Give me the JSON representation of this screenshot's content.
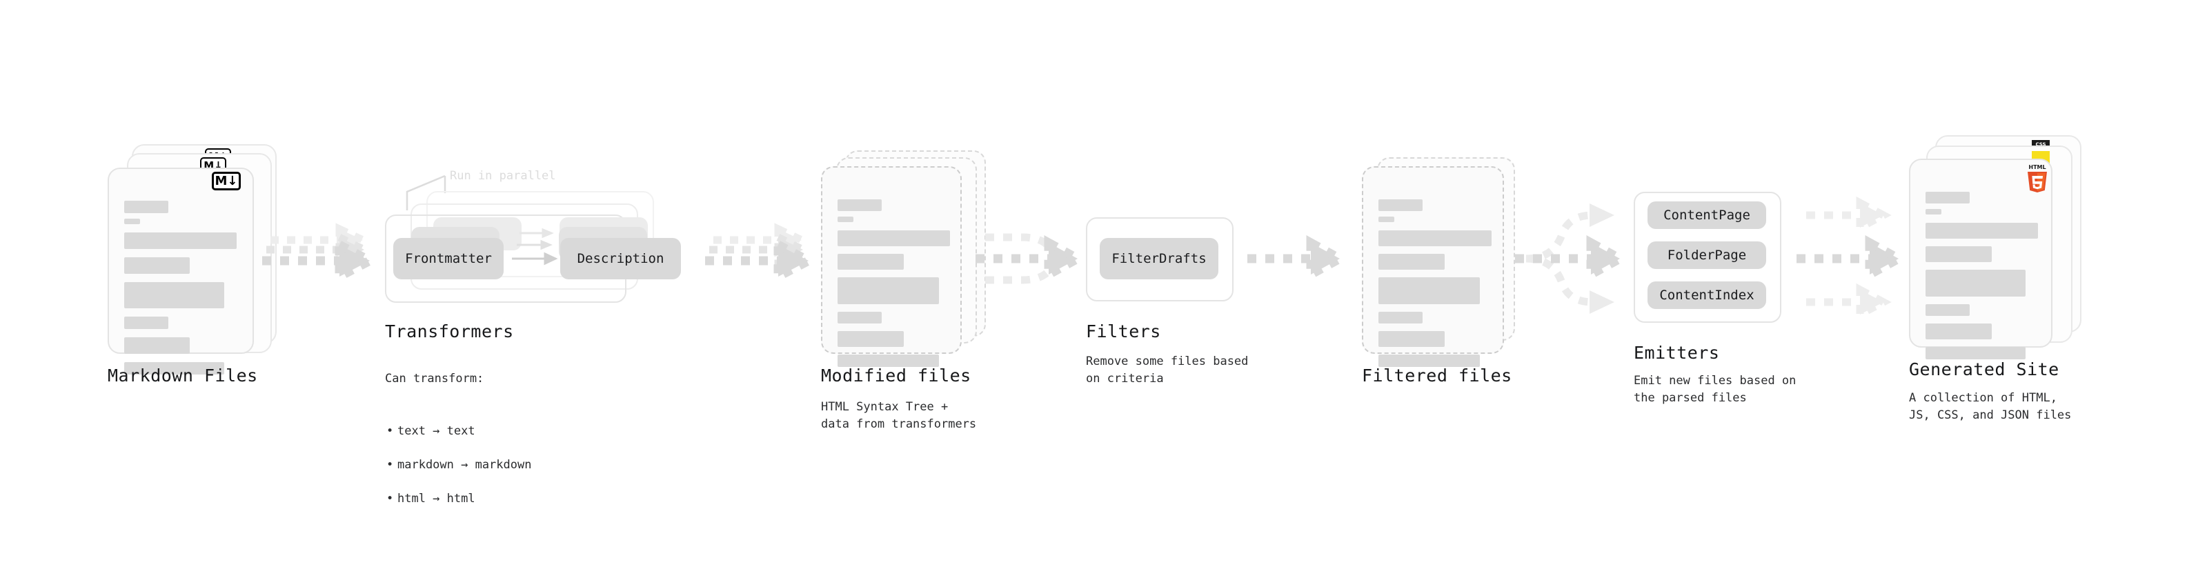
{
  "diagram": {
    "title_hidden": "",
    "stages": [
      {
        "id": "markdown-files",
        "title": "Markdown Files",
        "caption": "",
        "badge": "M↓",
        "badge_name": "markdown-logo-icon"
      },
      {
        "id": "transformers",
        "title": "Transformers",
        "caption_head": "Can transform:",
        "caption_items": [
          "text → text",
          "markdown → markdown",
          "html → html"
        ],
        "annotation": "Run in parallel",
        "nodes": [
          "Frontmatter",
          "Description"
        ]
      },
      {
        "id": "modified-files",
        "title": "Modified files",
        "caption": "HTML Syntax Tree +\ndata from transformers"
      },
      {
        "id": "filters",
        "title": "Filters",
        "caption": "Remove some files based\non criteria",
        "nodes": [
          "FilterDrafts"
        ]
      },
      {
        "id": "filtered-files",
        "title": "Filtered files",
        "caption": ""
      },
      {
        "id": "emitters",
        "title": "Emitters",
        "caption": "Emit new files based on\nthe parsed files",
        "nodes": [
          "ContentPage",
          "FolderPage",
          "ContentIndex"
        ]
      },
      {
        "id": "generated-site",
        "title": "Generated Site",
        "caption": "A collection of HTML,\nJS, CSS, and JSON files",
        "badges": [
          "CSS",
          "JS",
          "HTML5"
        ]
      }
    ],
    "colors": {
      "card_fill": "#fbfbfb",
      "card_border": "#e3e3e3",
      "skeleton_bar": "#d9d9d9",
      "pill_fill": "#d9d9d9",
      "arrow": "#d7d7d7",
      "text": "#17181a",
      "muted_text": "#dcdcdc",
      "html5_orange": "#e44d26",
      "html5_shield": "#f16529",
      "js_yellow": "#f7df1e",
      "css_blue": "#264de4"
    }
  }
}
